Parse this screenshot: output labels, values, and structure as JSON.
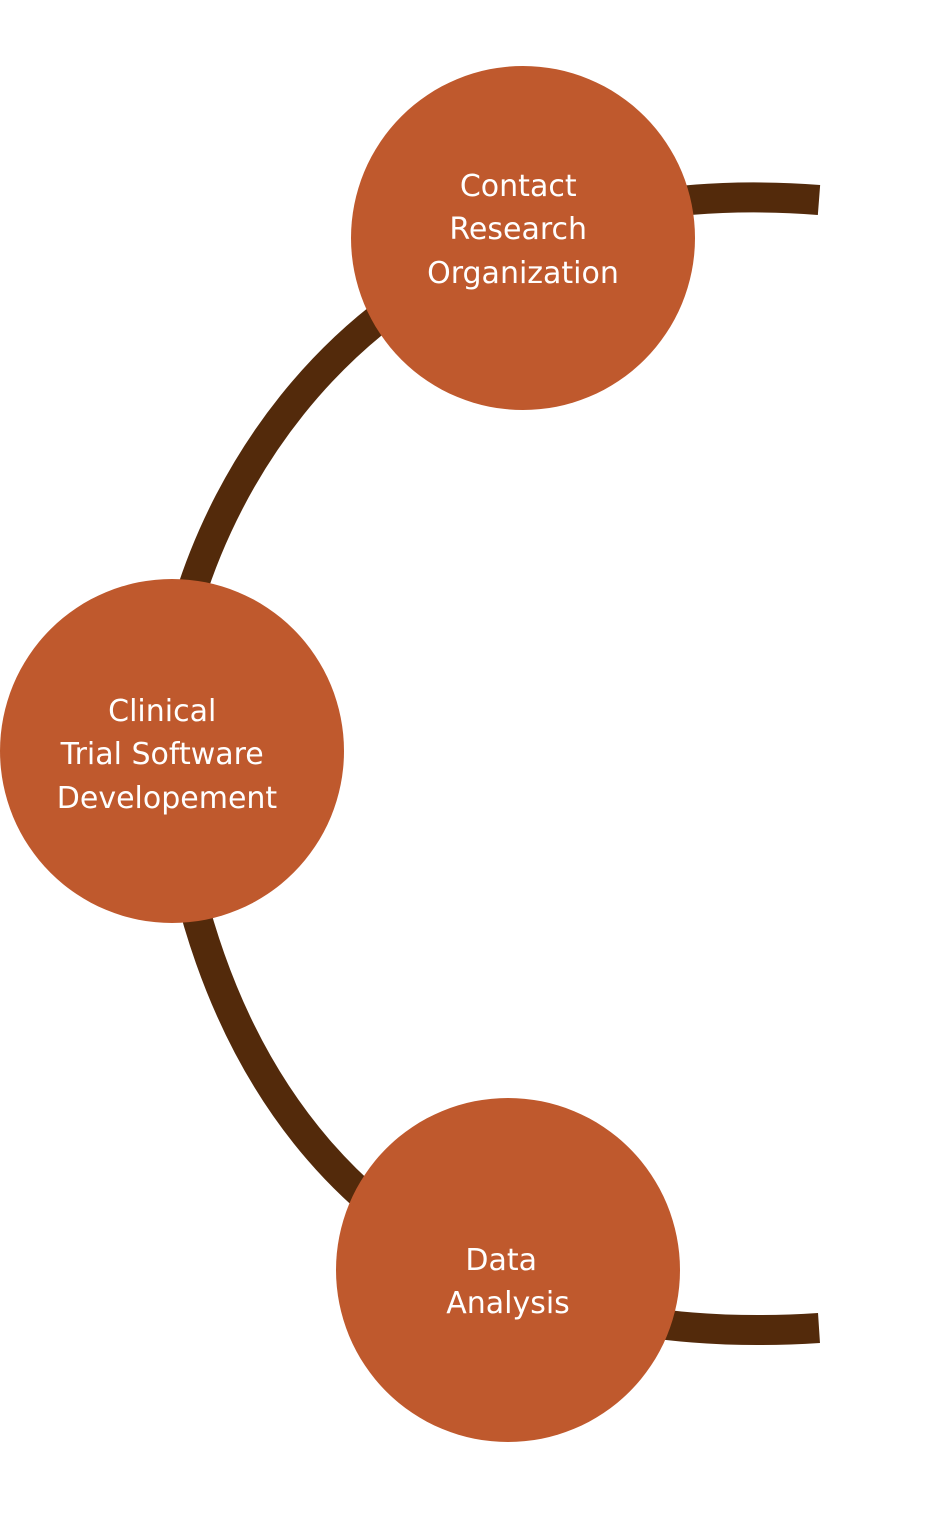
{
  "colors": {
    "background": "#ffffff",
    "arc": "#532a0b",
    "node_fill": "#bf592d",
    "node_text": "#ffffff"
  },
  "nodes": [
    {
      "id": "contact-research-organization",
      "label_lines": [
        "Contact",
        "Research",
        "Organization"
      ]
    },
    {
      "id": "clinical-trial-software-development",
      "label_lines": [
        "Clinical",
        "Trial Software",
        "Developement"
      ]
    },
    {
      "id": "data-analysis",
      "label_lines": [
        "Data",
        "Analysis"
      ]
    }
  ]
}
